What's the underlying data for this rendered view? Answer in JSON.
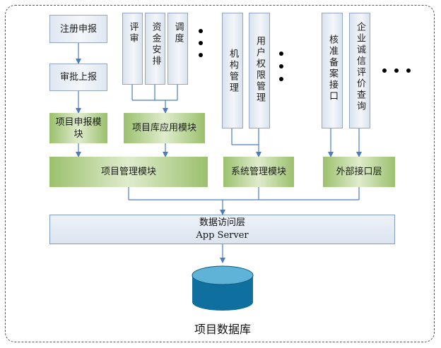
{
  "boxes": {
    "zhuce": "注册申报",
    "shenpi": "审批上报",
    "ping_shen": "评审",
    "zijin": "资金安排",
    "tiaodu": "调度",
    "jigou": "机构管理",
    "yonghu": "用户权限管理",
    "hezhun": "核准备案接口",
    "qiye": "企业诚信评价查询"
  },
  "modules": {
    "xiangmu_shenbao": "项目申报模块",
    "xiangmuku": "项目库应用模块",
    "xiangmu_guanli": "项目管理模块",
    "xitong_guanli": "系统管理模块",
    "waibu_jiekou": "外部接口层"
  },
  "data_access": {
    "title": "数据访问层",
    "server": "App Server"
  },
  "database": {
    "label": "项目数据库"
  },
  "colors": {
    "line": "#4a7dc0",
    "green": "#9bc06d",
    "db_top": "#5fb3d6",
    "db_body": "#0f6f9e"
  }
}
